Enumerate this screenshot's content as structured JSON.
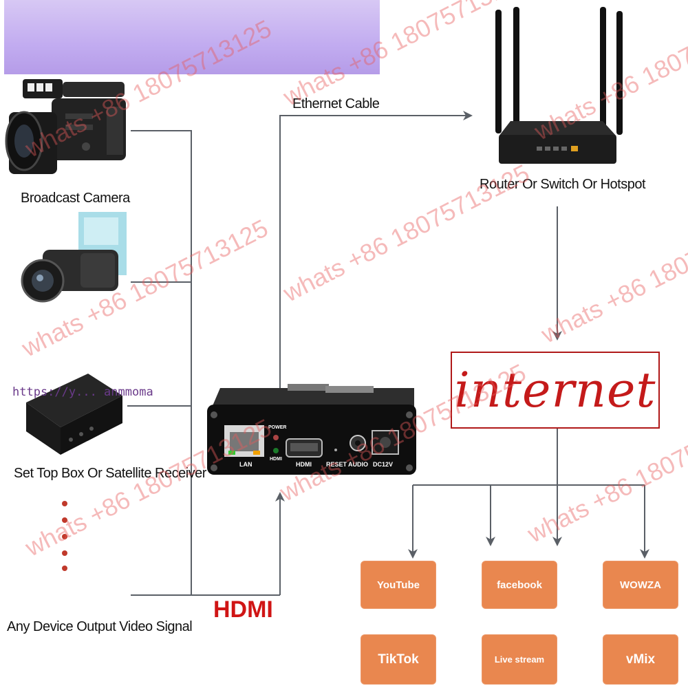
{
  "sources": {
    "broadcast_camera": "Broadcast Camera",
    "set_top_box": "Set Top Box Or Satellite Receiver",
    "any_device": "Any Device Output Video Signal"
  },
  "ethernet_label": "Ethernet Cable",
  "router_label": "Router Or Switch Or Hotspot",
  "hdmi_label": "HDMI",
  "internet_label": "internet",
  "url_text": "https://y... anmmoma",
  "device_ports": {
    "power": "POWER",
    "hdmi_led": "HDMI",
    "lan": "LAN",
    "hdmi": "HDMI",
    "reset": "RESET",
    "audio": "AUDIO",
    "dc": "DC12V"
  },
  "platforms": [
    "YouTube",
    "facebook",
    "WOWZA",
    "TikTok",
    "Live stream",
    "vMix"
  ],
  "watermark": "whats +86 18075713125",
  "colors": {
    "platform_fill": "#e9874f",
    "internet_red": "#c41a1a",
    "hdmi_red": "#d01515",
    "connector_gray": "#5a5f66",
    "watermark": "#e65a5a"
  }
}
